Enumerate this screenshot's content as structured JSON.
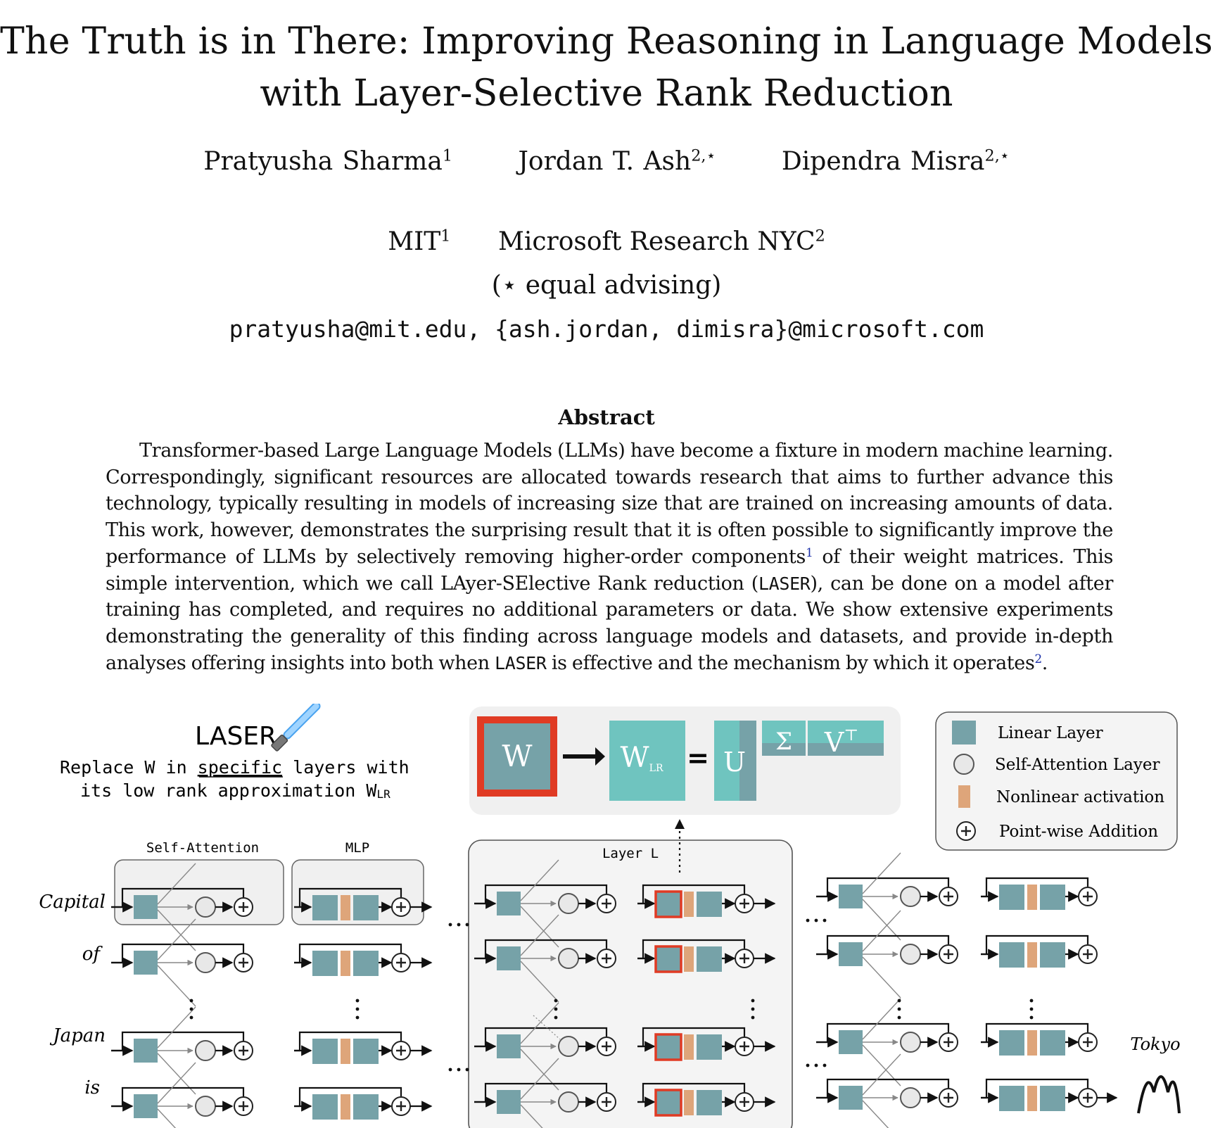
{
  "paper": {
    "title_line1": "The Truth is in There: Improving Reasoning in Language Models",
    "title_line2": "with Layer-Selective Rank Reduction",
    "authors": [
      {
        "name": "Pratyusha Sharma",
        "sup": "1"
      },
      {
        "name": "Jordan T. Ash",
        "sup": "2,⋆"
      },
      {
        "name": "Dipendra Misra",
        "sup": "2,⋆"
      }
    ],
    "affiliations": [
      {
        "name": "MIT",
        "sup": "1"
      },
      {
        "name": "Microsoft Research NYC",
        "sup": "2"
      }
    ],
    "advising_note": "(⋆ equal advising)",
    "emails": "pratyusha@mit.edu, {ash.jordan, dimisra}@microsoft.com"
  },
  "abstract": {
    "heading": "Abstract",
    "part1": "Transformer-based Large Language Models (LLMs) have become a fixture in modern machine learning. Correspondingly, significant resources are allocated towards research that aims to further advance this technology, typically resulting in models of increasing size that are trained on increasing amounts of data. This work, however, demonstrates the surprising result that it is often possible to significantly improve the performance of LLMs by selectively removing higher-order components",
    "footnote1": "1",
    "part2": " of their weight matrices. This simple intervention, which we call LAyer-SElective Rank reduction (",
    "laser1": "LASER",
    "part3": "), can be done on a model after training has completed, and requires no additional parameters or data. We show extensive experiments demonstrating the generality of this finding across language models and datasets, and provide in-depth analyses offering insights into both when ",
    "laser2": "LASER",
    "part4": " is effective and the mechanism by which it operates",
    "footnote2": "2",
    "part5": "."
  },
  "figure": {
    "laser_title": "LASER",
    "caption_line1": "Replace W in ",
    "caption_underlined": "specific",
    "caption_line1_end": " layers with",
    "caption_line2": "its low rank approximation W",
    "caption_line2_sub": "LR",
    "decomp": {
      "w": "W",
      "wlr": "W",
      "wlr_sub": "LR",
      "equals": "=",
      "u": "U",
      "sigma": "Σ",
      "vt": "V",
      "vt_sup": "⊤"
    },
    "legend": [
      {
        "label": "Linear Layer",
        "icon": "teal-square-icon"
      },
      {
        "label": "Self-Attention Layer",
        "icon": "circle-icon"
      },
      {
        "label": "Nonlinear activation",
        "icon": "orange-bar-icon"
      },
      {
        "label": "Point-wise Addition",
        "icon": "plus-circle-icon"
      }
    ],
    "block_labels": {
      "self_attention": "Self-Attention",
      "mlp": "MLP",
      "layer_l": "Layer L"
    },
    "tokens": [
      "Capital",
      "of",
      "Japan",
      "is"
    ],
    "output_token": "Tokyo",
    "colors": {
      "linear": "#76a2a8",
      "laser_red": "#e03b24",
      "nonlinear": "#dea57a",
      "wlr": "#6fc4bf",
      "box_bg": "#f1f1f1"
    }
  }
}
